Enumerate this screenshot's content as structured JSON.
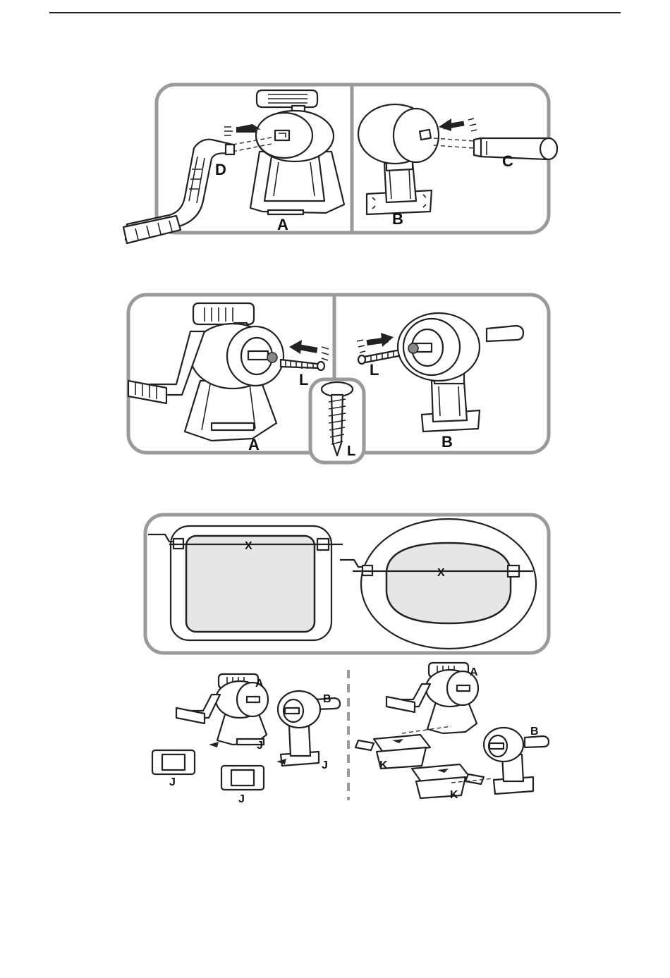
{
  "figure1": {
    "labels": {
      "handle": "D",
      "body_a": "A",
      "body_b": "B",
      "knob": "C"
    }
  },
  "figure2": {
    "labels": {
      "screw_left": "L",
      "screw_right": "L",
      "screw_inset": "L",
      "body_a": "A",
      "body_b": "B"
    }
  },
  "figure3": {
    "labels": {
      "rect_axis": "X",
      "oval_axis": "X"
    }
  },
  "figure4": {
    "labels": {
      "left_a": "A",
      "left_b": "B",
      "bracket_j_body_a": "J",
      "bracket_j_body_b": "J",
      "plate_j_1": "J",
      "plate_j_2": "J",
      "right_a": "A",
      "right_b": "B",
      "clamp_k_1": "K",
      "clamp_k_2": "K"
    }
  }
}
